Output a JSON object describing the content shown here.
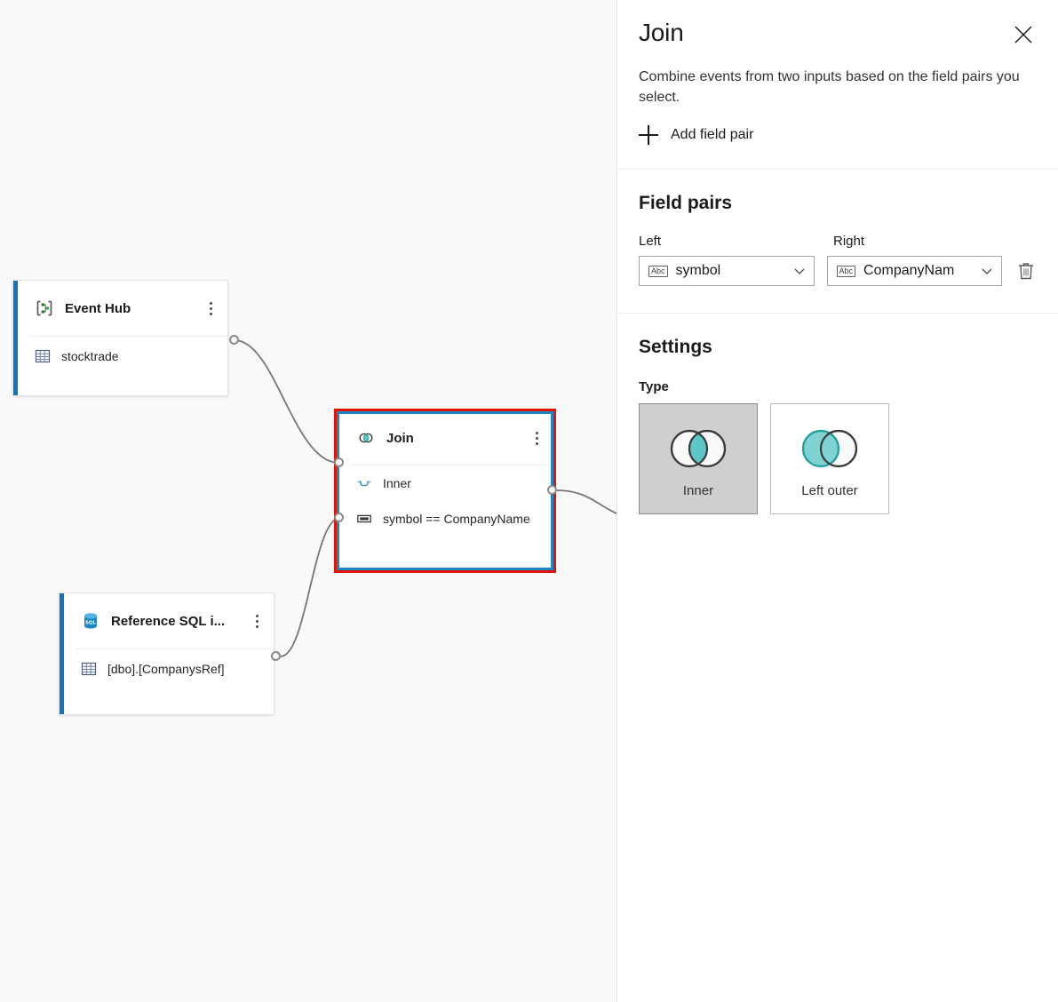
{
  "canvas": {
    "background_color": "#f9f9f9",
    "nodes": [
      {
        "id": "eventhub",
        "title": "Event Hub",
        "icon": "event-hub-icon",
        "accent_color": "#0f76bc",
        "rows": [
          {
            "icon": "table-icon",
            "label": "stocktrade"
          }
        ]
      },
      {
        "id": "refsql",
        "title": "Reference SQL i...",
        "icon": "sql-database-icon",
        "accent_color": "#0f76bc",
        "rows": [
          {
            "icon": "table-icon",
            "label": "[dbo].[CompanysRef]"
          }
        ]
      },
      {
        "id": "join",
        "title": "Join",
        "icon": "join-venn-icon",
        "accent_color": "#1b86c8",
        "selected_border_color": "#e51400",
        "rows": [
          {
            "icon": "join-type-icon",
            "label": "Inner"
          },
          {
            "icon": "field-pair-icon",
            "label": "symbol == CompanyName"
          }
        ]
      }
    ]
  },
  "panel": {
    "title": "Join",
    "close_icon": "close-icon",
    "description": "Combine events from two inputs based on the field pairs you select.",
    "add_field_pair_label": "Add field pair",
    "add_icon": "plus-icon",
    "field_pairs": {
      "heading": "Field pairs",
      "left_label": "Left",
      "right_label": "Right",
      "rows": [
        {
          "left_type": "Abc",
          "left_value": "symbol",
          "right_type": "Abc",
          "right_value": "CompanyNam",
          "delete_icon": "trash-icon",
          "chevron_icon": "chevron-down-icon"
        }
      ]
    },
    "settings": {
      "heading": "Settings",
      "type_label": "Type",
      "options": [
        {
          "label": "Inner",
          "icon": "venn-inner-icon",
          "selected": true
        },
        {
          "label": "Left outer",
          "icon": "venn-left-outer-icon",
          "selected": false
        }
      ],
      "accent_color": "#3fbfbf"
    }
  }
}
